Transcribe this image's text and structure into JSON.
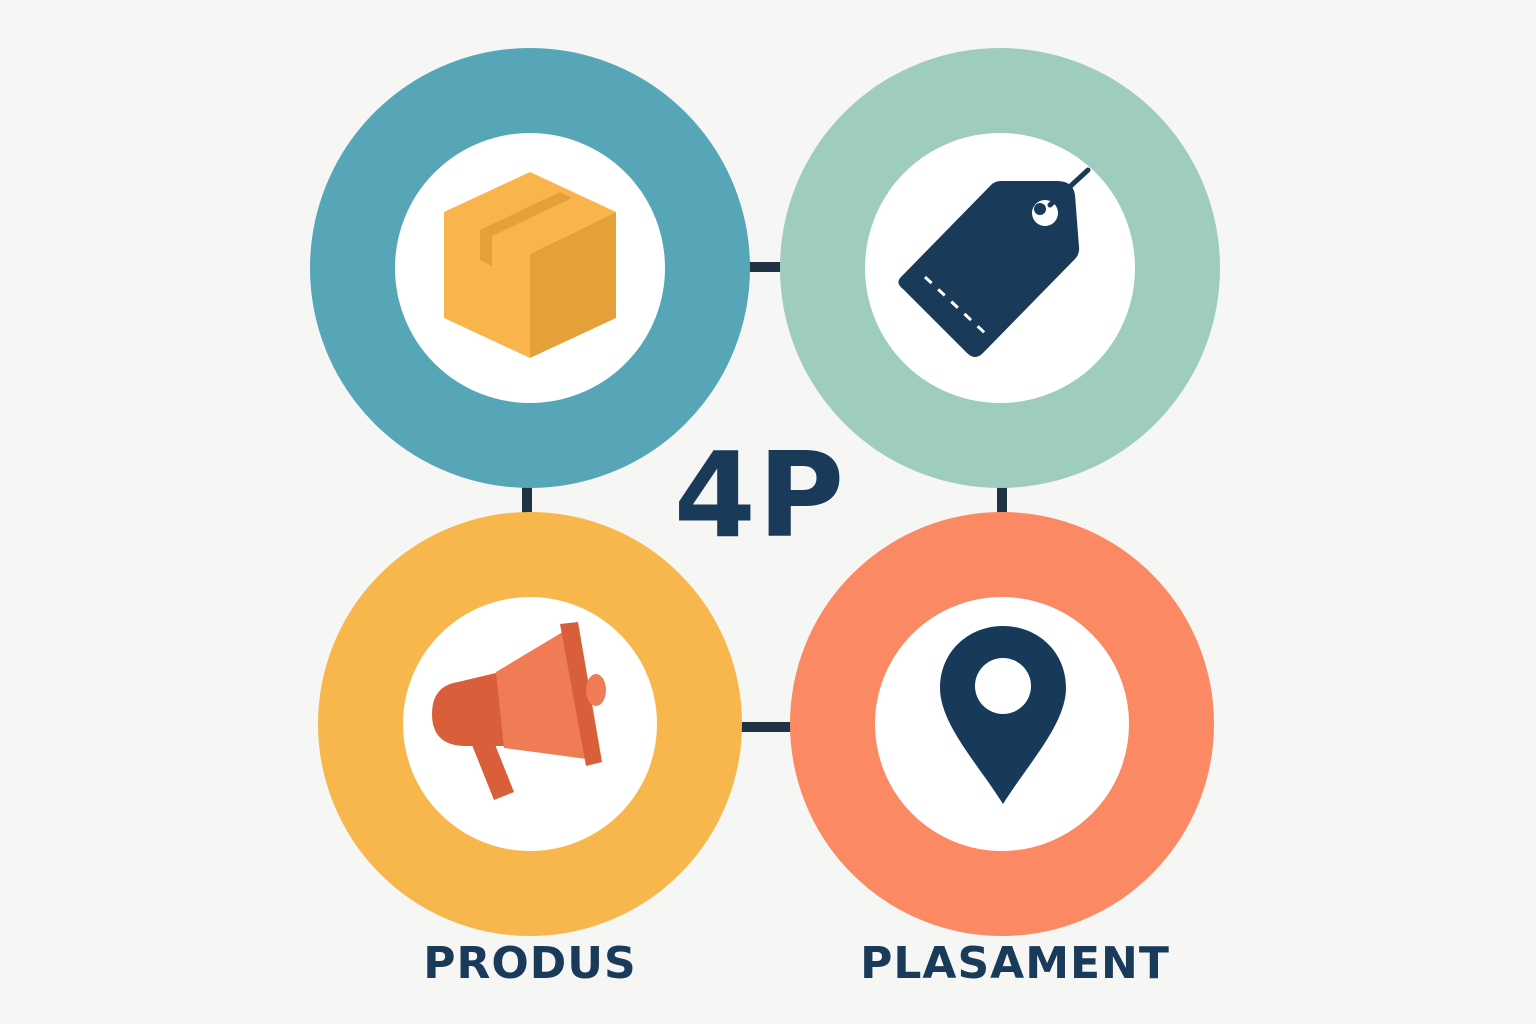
{
  "diagram": {
    "center_title": "4P",
    "labels": {
      "bottom_left": "PRODUS",
      "bottom_right": "PLASAMENT"
    },
    "nodes": [
      {
        "id": "top-left",
        "ring_color": "#57a6b7",
        "icon": "box-icon"
      },
      {
        "id": "top-right",
        "ring_color": "#9ecdbd",
        "icon": "price-tag-icon"
      },
      {
        "id": "bottom-left",
        "ring_color": "#f7b74d",
        "icon": "megaphone-icon"
      },
      {
        "id": "bottom-right",
        "ring_color": "#fb8964",
        "icon": "location-pin-icon"
      }
    ],
    "colors": {
      "background": "#f6f6f5",
      "text": "#1a3a5a",
      "connector": "#1f3345",
      "box_light": "#f9b44c",
      "box_dark": "#e6a03a",
      "tag": "#1a3a5a",
      "megaphone_light": "#ef7c55",
      "megaphone_dark": "#d95f3a",
      "pin": "#173a5a"
    }
  }
}
